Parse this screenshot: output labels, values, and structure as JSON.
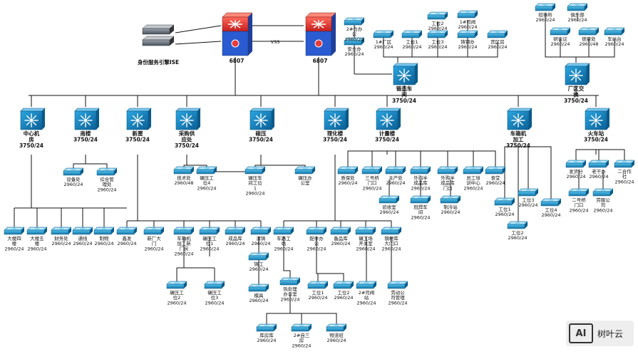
{
  "diagram": {
    "title_partial": "— — —    — —  —  —  — —",
    "core": [
      {
        "id": "core1",
        "label": "6807"
      },
      {
        "id": "core2",
        "label": "6807"
      }
    ],
    "vss_label": "VSS",
    "ise_label": "身份服务引擎ISE",
    "aggregation": [
      {
        "id": "agg1",
        "lines": [
          "中心机",
          "房",
          "3750/24"
        ]
      },
      {
        "id": "agg2",
        "lines": [
          "南楼",
          "3750/24"
        ]
      },
      {
        "id": "agg3",
        "lines": [
          "新厘",
          "3750/24"
        ]
      },
      {
        "id": "agg4",
        "lines": [
          "采购供",
          "应处",
          "3750/24"
        ]
      },
      {
        "id": "agg5",
        "lines": [
          "碰压",
          "3750/24"
        ]
      },
      {
        "id": "agg6",
        "lines": [
          "理化楼",
          "3750/24"
        ]
      },
      {
        "id": "agg7",
        "lines": [
          "计量楼",
          "3750/24"
        ]
      },
      {
        "id": "agg8",
        "lines": [
          "车箱机",
          "加工",
          "3750/24"
        ]
      },
      {
        "id": "agg9",
        "lines": [
          "火车站",
          "3750/24"
        ]
      },
      {
        "id": "agg10",
        "lines": [
          "锻造车",
          "间",
          "3750/24"
        ]
      },
      {
        "id": "agg11",
        "lines": [
          "厂区交",
          "换",
          "3750/24"
        ]
      }
    ],
    "access": [
      {
        "id": "a1",
        "lines": [
          "2#仓办",
          "公",
          "2960/24"
        ]
      },
      {
        "id": "a2",
        "lines": [
          "安全办",
          "2960/24"
        ]
      },
      {
        "id": "a3",
        "lines": [
          "1#厂区",
          "2960/24"
        ]
      },
      {
        "id": "a4",
        "lines": [
          "工位1",
          "2960/24"
        ]
      },
      {
        "id": "a5",
        "lines": [
          "工位2",
          "2960/24"
        ]
      },
      {
        "id": "a6",
        "lines": [
          "工位3",
          "2960/24"
        ]
      },
      {
        "id": "a7",
        "lines": [
          "1#司阀",
          "2960/24"
        ]
      },
      {
        "id": "a8",
        "lines": [
          "铸钢办",
          "2960/24"
        ]
      },
      {
        "id": "a9",
        "lines": [
          "宾区房",
          "2960/24"
        ]
      },
      {
        "id": "a10",
        "lines": [
          "招待所",
          "2960/24"
        ]
      },
      {
        "id": "a11",
        "lines": [
          "俱乐部",
          "2960/24"
        ]
      },
      {
        "id": "a12",
        "lines": [
          "研会议",
          "2960/24"
        ]
      },
      {
        "id": "a13",
        "lines": [
          "德豪处",
          "2960/48"
        ]
      },
      {
        "id": "a14",
        "lines": [
          "车站台",
          "2960/24"
        ]
      },
      {
        "id": "a15",
        "lines": [
          "设备处",
          "2960/24"
        ]
      },
      {
        "id": "a16",
        "lines": [
          "综合管",
          "理处",
          "2960/24"
        ]
      },
      {
        "id": "a17",
        "lines": [
          "技术处",
          "2960/48"
        ]
      },
      {
        "id": "a18",
        "lines": [
          "碾压工",
          "位4",
          "2960/24"
        ]
      },
      {
        "id": "a19",
        "lines": [
          "碾压车",
          "间工位",
          "1",
          "2960/24"
        ]
      },
      {
        "id": "a20",
        "lines": [
          "碾压办",
          "公室"
        ]
      },
      {
        "id": "a21",
        "lines": [
          "质保处",
          "2960/24"
        ]
      },
      {
        "id": "a22",
        "lines": [
          "三号桥",
          "门口",
          "2960/24"
        ]
      },
      {
        "id": "a23",
        "lines": [
          "主产处",
          "2960/24"
        ]
      },
      {
        "id": "a24",
        "lines": [
          "外购半",
          "成品库",
          "2960/24"
        ]
      },
      {
        "id": "a25",
        "lines": [
          "外购半",
          "成品库",
          "门口"
        ]
      },
      {
        "id": "a26",
        "lines": [
          "员工培",
          "训中心",
          "2960/24"
        ]
      },
      {
        "id": "a27",
        "lines": [
          "食堂",
          "2960/24"
        ]
      },
      {
        "id": "a28",
        "lines": [
          "验收室",
          "2960/24"
        ]
      },
      {
        "id": "a29",
        "lines": [
          "冠焊车",
          "间",
          "2960/24"
        ]
      },
      {
        "id": "a30",
        "lines": [
          "制冷站",
          "2960/24"
        ]
      },
      {
        "id": "a31",
        "lines": [
          "工位1",
          "2960/24"
        ]
      },
      {
        "id": "a32",
        "lines": [
          "工位3",
          "2960/24"
        ]
      },
      {
        "id": "a33",
        "lines": [
          "工位4",
          "2960/24"
        ]
      },
      {
        "id": "a34",
        "lines": [
          "工位2",
          "2960/24"
        ]
      },
      {
        "id": "a35",
        "lines": [
          "发货分",
          "2960/24"
        ]
      },
      {
        "id": "a36",
        "lines": [
          "老干办",
          "2960/24"
        ]
      },
      {
        "id": "a37",
        "lines": [
          "二合作",
          "社",
          "2960/24"
        ]
      },
      {
        "id": "a38",
        "lines": [
          "二号桥",
          "门口",
          "2960/24"
        ]
      },
      {
        "id": "a39",
        "lines": [
          "劳服公",
          "司",
          "2960/24"
        ]
      },
      {
        "id": "a40",
        "lines": [
          "大楼四",
          "楼",
          "2960/24"
        ]
      },
      {
        "id": "a41",
        "lines": [
          "大楼五",
          "楼",
          "2960/24"
        ]
      },
      {
        "id": "a42",
        "lines": [
          "财务处",
          "2960/24"
        ]
      },
      {
        "id": "a43",
        "lines": [
          "通线",
          "2960/24"
        ]
      },
      {
        "id": "a44",
        "lines": [
          "制物",
          "2960/24"
        ]
      },
      {
        "id": "a45",
        "lines": [
          "鑫发",
          "2960/24"
        ]
      },
      {
        "id": "a46",
        "lines": [
          "新厂大",
          "门",
          "2960/24"
        ]
      },
      {
        "id": "a47",
        "lines": [
          "车轴机",
          "加工新",
          "厂房",
          "2960/24"
        ]
      },
      {
        "id": "a48",
        "lines": [
          "碾压工",
          "位1",
          "2960/24"
        ]
      },
      {
        "id": "a49",
        "lines": [
          "成品库",
          "2960/24"
        ]
      },
      {
        "id": "a50",
        "lines": [
          "清铸",
          "2960/24"
        ]
      },
      {
        "id": "a51",
        "lines": [
          "车路工",
          "站",
          "2960/24"
        ]
      },
      {
        "id": "a52",
        "lines": [
          "配件办",
          "公",
          "2960/24"
        ]
      },
      {
        "id": "a53",
        "lines": [
          "备品库",
          "2960/24"
        ]
      },
      {
        "id": "a54",
        "lines": [
          "碾工场",
          "开关室",
          "2960/24"
        ]
      },
      {
        "id": "a55",
        "lines": [
          "钢材库",
          "大门口",
          "2960/24"
        ]
      },
      {
        "id": "a56",
        "lines": [
          "铸工",
          "2960/24"
        ]
      },
      {
        "id": "a57",
        "lines": [
          "模具",
          "2960/24"
        ]
      },
      {
        "id": "a58",
        "lines": [
          "碾压工",
          "位2",
          "2960/24"
        ]
      },
      {
        "id": "a59",
        "lines": [
          "碾压工",
          "位3",
          "2960/24"
        ]
      },
      {
        "id": "a60",
        "lines": [
          "热处理",
          "办公室",
          "2960/24"
        ]
      },
      {
        "id": "a61",
        "lines": [
          "工位1",
          "2960/24"
        ]
      },
      {
        "id": "a62",
        "lines": [
          "工位2",
          "2960/24"
        ]
      },
      {
        "id": "a63",
        "lines": [
          "2#司阀",
          "站",
          "2960/24"
        ]
      },
      {
        "id": "a64",
        "lines": [
          "劳动公",
          "司管理",
          "2960/24"
        ]
      },
      {
        "id": "a65",
        "lines": [
          "库房库",
          "2960/24"
        ]
      },
      {
        "id": "a66",
        "lines": [
          "2#自三",
          "房",
          "2960/24"
        ]
      },
      {
        "id": "a67",
        "lines": [
          "物流班",
          "2960/24"
        ]
      }
    ]
  },
  "watermark": {
    "logo": "AI",
    "name": "树叶云"
  },
  "colors": {
    "link": "#111111",
    "switch_body": "#1e90c8",
    "switch_dark": "#0a5a8a",
    "core_red": "#e83a3a",
    "core_blue": "#2a5bd0"
  }
}
